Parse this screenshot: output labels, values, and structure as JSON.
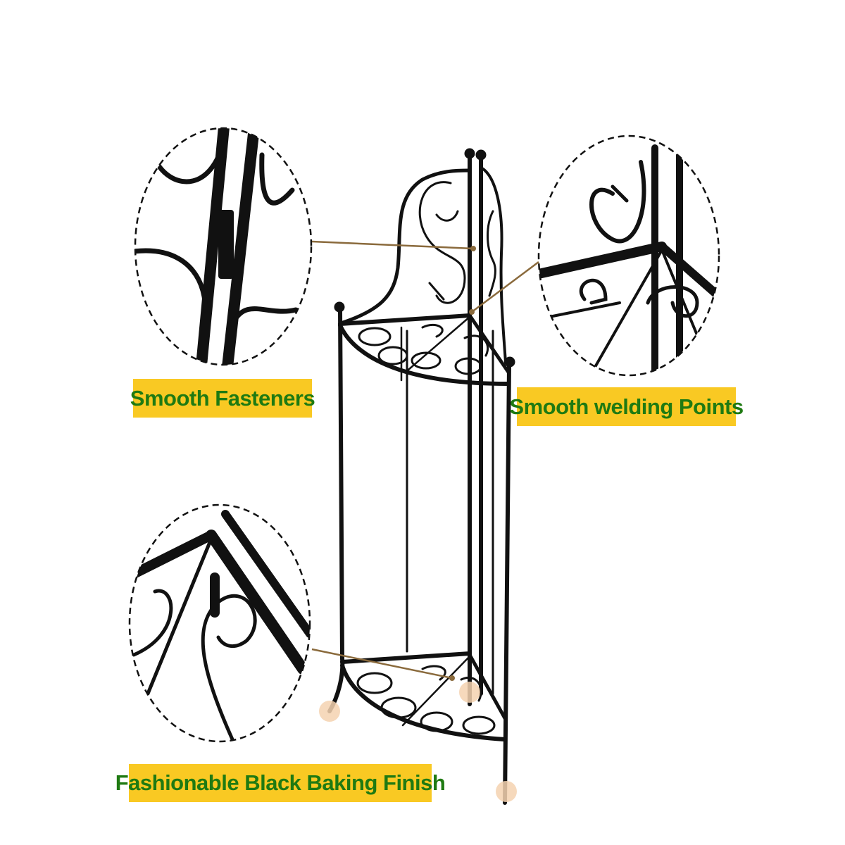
{
  "colors": {
    "label_background": "#f9c923",
    "label_text": "#1f7a12",
    "metal": "#111111",
    "leader_line": "#8a6a3c",
    "foot_pad": "#f4d2b0"
  },
  "product": {
    "name": "2-tier corner metal rack",
    "finish": "black"
  },
  "callouts": [
    {
      "id": "fasteners",
      "label": "Smooth Fasteners",
      "detail_icon": "hinge-closeup"
    },
    {
      "id": "welding",
      "label": "Smooth welding Points",
      "detail_icon": "weld-joint-closeup"
    },
    {
      "id": "finish",
      "label": "Fashionable Black Baking Finish",
      "detail_icon": "black-finish-closeup"
    }
  ]
}
